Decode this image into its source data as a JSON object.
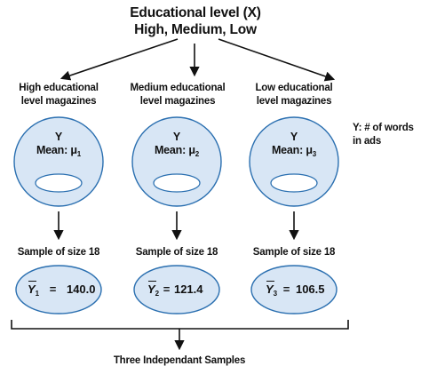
{
  "title": {
    "line1": "Educational level (X)",
    "line2": "High, Medium, Low"
  },
  "groups": [
    {
      "label_line1": "High educational",
      "label_line2": "level magazines",
      "var": "Y",
      "mean_label": "Mean: μ",
      "mean_sub": "1",
      "sample_label": "Sample of size 18",
      "ybar": "Y",
      "ybar_sub": "1",
      "eq": "=",
      "value": "140.0"
    },
    {
      "label_line1": "Medium educational",
      "label_line2": "level magazines",
      "var": "Y",
      "mean_label": "Mean: μ",
      "mean_sub": "2",
      "sample_label": "Sample of size 18",
      "ybar": "Y",
      "ybar_sub": "2",
      "eq": "=",
      "value": "121.4"
    },
    {
      "label_line1": "Low educational",
      "label_line2": "level magazines",
      "var": "Y",
      "mean_label": "Mean: μ",
      "mean_sub": "3",
      "sample_label": "Sample of size 18",
      "ybar": "Y",
      "ybar_sub": "3",
      "eq": "=",
      "value": "106.5"
    }
  ],
  "side_note": {
    "line1": "Y: # of words",
    "line2": "in ads"
  },
  "footer": "Three Independant Samples",
  "colors": {
    "fill": "#d8e6f5",
    "stroke": "#2a6fb0",
    "inner_fill": "#ffffff",
    "line": "#111111"
  }
}
